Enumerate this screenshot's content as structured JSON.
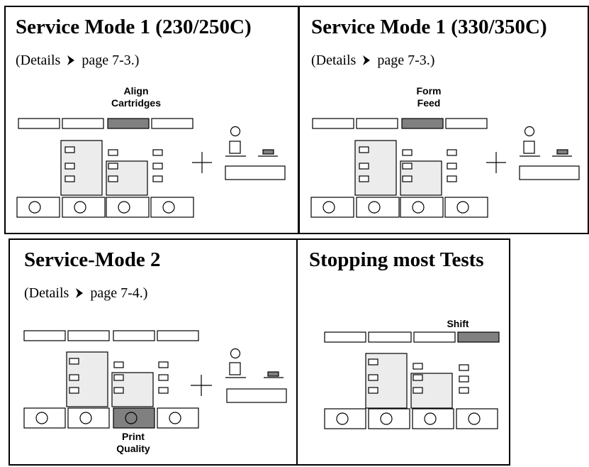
{
  "arrow_icon": "right-pointer-icon",
  "highlight_color": "#808080",
  "panels": [
    {
      "title": "Service Mode 1 (230/250C)",
      "details_prefix": "(Details",
      "details_suffix": "page 7-3.)",
      "key_label_line1": "Align",
      "key_label_line2": "Cartridges"
    },
    {
      "title": "Service Mode 1 (330/350C)",
      "details_prefix": "(Details",
      "details_suffix": "page 7-3.)",
      "key_label_line1": "Form",
      "key_label_line2": "Feed"
    },
    {
      "title": "Service-Mode 2",
      "details_prefix": "(Details",
      "details_suffix": "page 7-4.)",
      "key_label_line1": "Print",
      "key_label_line2": "Quality"
    },
    {
      "title": "Stopping most Tests",
      "key_label": "Shift"
    }
  ]
}
